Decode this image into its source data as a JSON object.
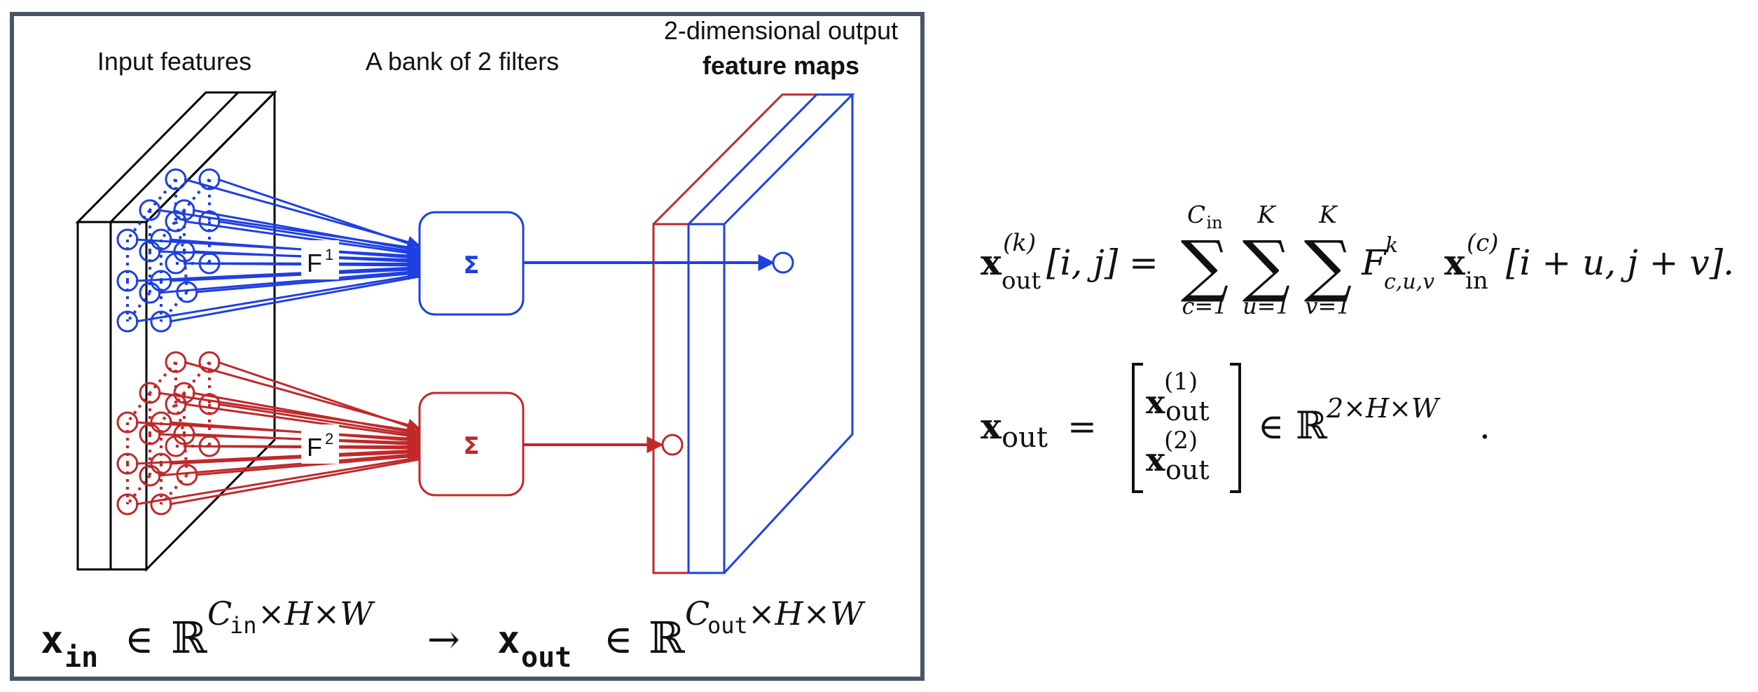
{
  "colors": {
    "frame": "#4a5568",
    "filter1": "#1f3fe0",
    "filter2": "#c0282a",
    "block": "#000000",
    "text": "#111111"
  },
  "diagram": {
    "headers": {
      "input": "Input features",
      "filters": "A bank of 2 filters",
      "output_line1": "2-dimensional output",
      "output_line2": "feature maps"
    },
    "filters": [
      {
        "name": "F",
        "index": "1",
        "sum_symbol": "Σ",
        "color_key": "filter1"
      },
      {
        "name": "F",
        "index": "2",
        "sum_symbol": "Σ",
        "color_key": "filter2"
      }
    ],
    "bottom_equation": {
      "lhs_var": "x",
      "lhs_sub": "in",
      "in_symbol": "∈",
      "reals": "ℝ",
      "lhs_exp_C": "C",
      "lhs_exp_C_sub": "in",
      "lhs_exp_rest": "×H×W",
      "arrow": "→",
      "rhs_var": "x",
      "rhs_sub": "out",
      "rhs_exp_C": "C",
      "rhs_exp_C_sub": "out",
      "rhs_exp_rest": "×H×W"
    }
  },
  "equations": {
    "conv": {
      "lhs_var": "x",
      "lhs_sub": "out",
      "lhs_sup": "(k)",
      "lhs_index": "[i, j]",
      "equals": "=",
      "sum_symbol": "∑",
      "sums": [
        {
          "upper": "C",
          "upper_sub": "in",
          "lower": "c=1"
        },
        {
          "upper": "K",
          "upper_sub": "",
          "lower": "u=1"
        },
        {
          "upper": "K",
          "upper_sub": "",
          "lower": "v=1"
        }
      ],
      "filter_var": "F",
      "filter_sup": "k",
      "filter_sub": "c,u,v",
      "rhs_var": "x",
      "rhs_sub": "in",
      "rhs_sup": "(c)",
      "rhs_index": "[i + u, j + v]."
    },
    "stack": {
      "lhs_var": "x",
      "lhs_sub": "out",
      "equals": "=",
      "rows": [
        {
          "var": "x",
          "sub": "out",
          "sup": "(1)"
        },
        {
          "var": "x",
          "sub": "out",
          "sup": "(2)"
        }
      ],
      "in_symbol": "∈",
      "reals": "ℝ",
      "exponent": "2×H×W",
      "period": "."
    }
  }
}
